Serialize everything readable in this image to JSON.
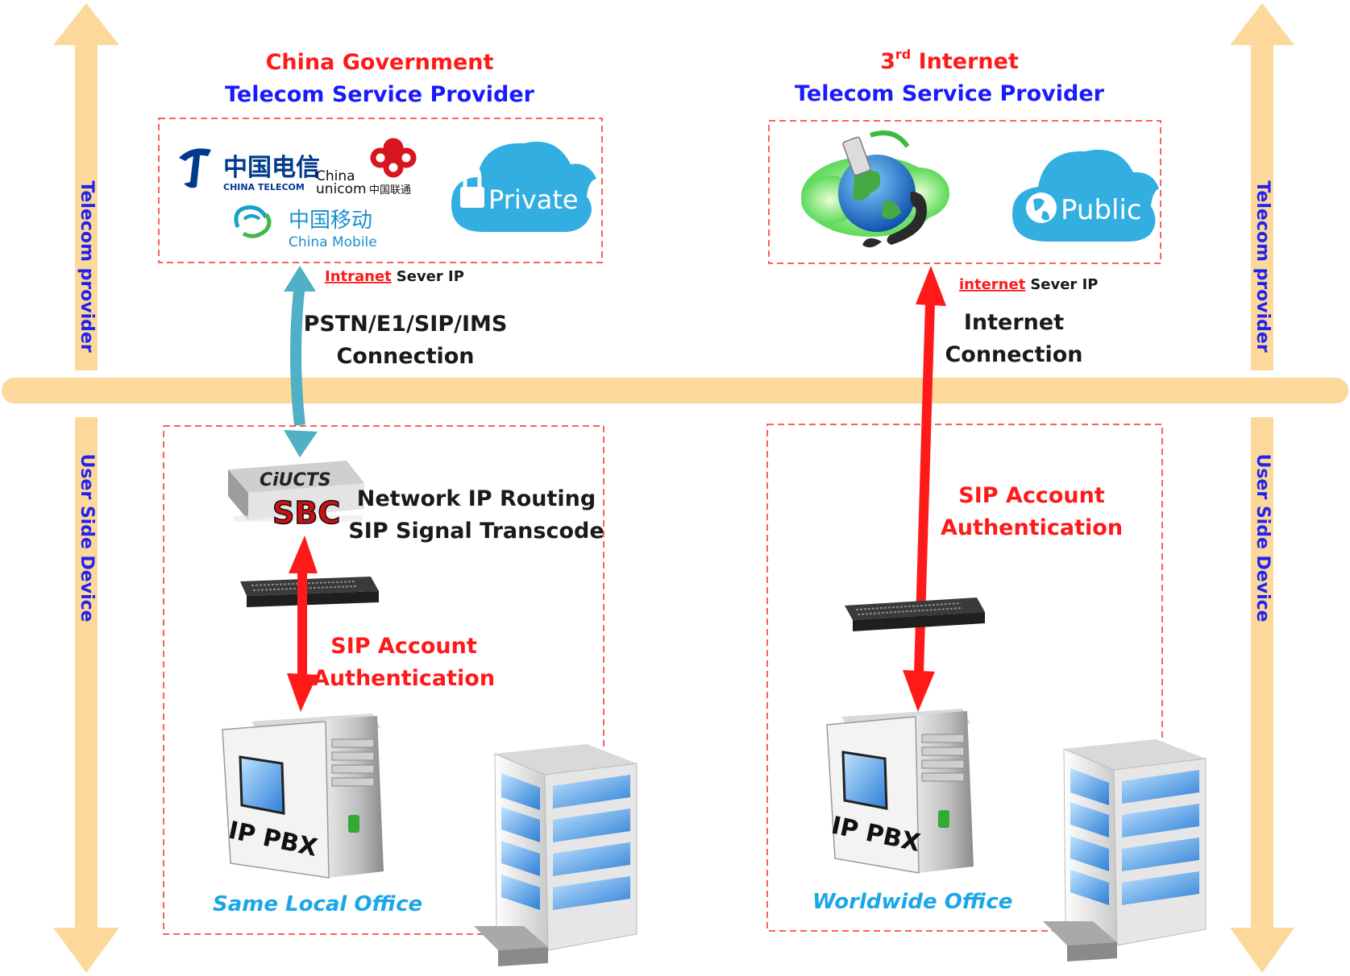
{
  "left_panel": {
    "title_line1": "China Government",
    "title_line2": "Telecom Service Provider",
    "server_ip_underlined": "Intranet",
    "server_ip_rest": "Sever IP",
    "connection_line1": "PSTN/E1/SIP/IMS",
    "connection_line2": "Connection",
    "logos": {
      "china_telecom_cn": "中国电信",
      "china_telecom_en": "CHINA TELECOM",
      "china_unicom_en1": "China",
      "china_unicom_en2": "unicom",
      "china_unicom_cn": "中国联通",
      "china_mobile_cn": "中国移动",
      "china_mobile_en": "China Mobile"
    },
    "cloud_label": "Private"
  },
  "right_panel": {
    "title_line1_main": "3",
    "title_line1_sup": "rd",
    "title_line1_rest": " Internet",
    "title_line2": "Telecom Service Provider",
    "server_ip_underlined": "internet",
    "server_ip_rest": "Sever IP",
    "connection_line1": "Internet",
    "connection_line2": "Connection",
    "cloud_label": "Public"
  },
  "left_office": {
    "sbc_brand": "CiUCTS",
    "sbc_label": "SBC",
    "routing_line1": "Network IP Routing",
    "routing_line2": "SIP Signal Transcode",
    "auth_line1": "SIP Account",
    "auth_line2": "Authentication",
    "pbx_label": "IP PBX",
    "office_label": "Same Local Office"
  },
  "right_office": {
    "auth_line1": "SIP Account",
    "auth_line2": "Authentication",
    "pbx_label": "IP PBX",
    "office_label": "Worldwide Office"
  },
  "side_labels": {
    "telecom_provider": "Telecom provider",
    "user_side_device": "User Side Device"
  },
  "colors": {
    "band": "#fcd89a",
    "red": "#ff1a1a",
    "blue": "#1a1aff",
    "teal_arrow": "#4fb0c6",
    "cloud": "#33aee0"
  }
}
